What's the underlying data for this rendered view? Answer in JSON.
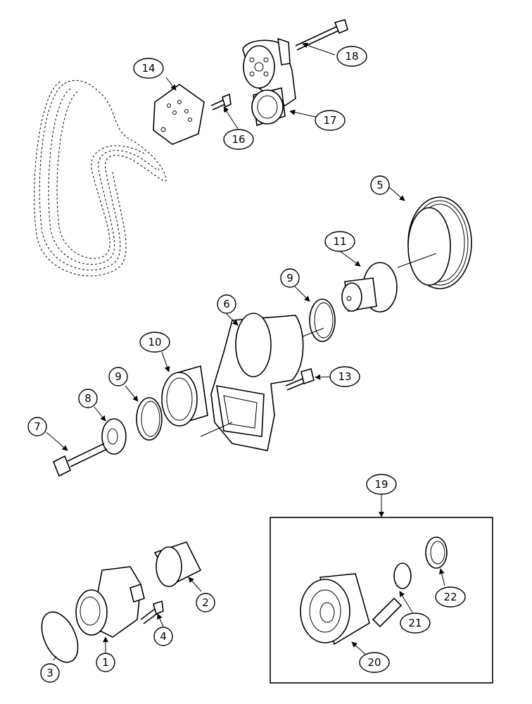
{
  "callouts": {
    "c1": "1",
    "c2": "2",
    "c3": "3",
    "c4": "4",
    "c5": "5",
    "c6": "6",
    "c7": "7",
    "c8": "8",
    "c9a": "9",
    "c9b": "9",
    "c10": "10",
    "c11": "11",
    "c13": "13",
    "c14": "14",
    "c16": "16",
    "c17": "17",
    "c18": "18",
    "c19": "19",
    "c20": "20",
    "c21": "21",
    "c22": "22"
  },
  "colors": {
    "line": "#000000",
    "background": "#ffffff"
  }
}
